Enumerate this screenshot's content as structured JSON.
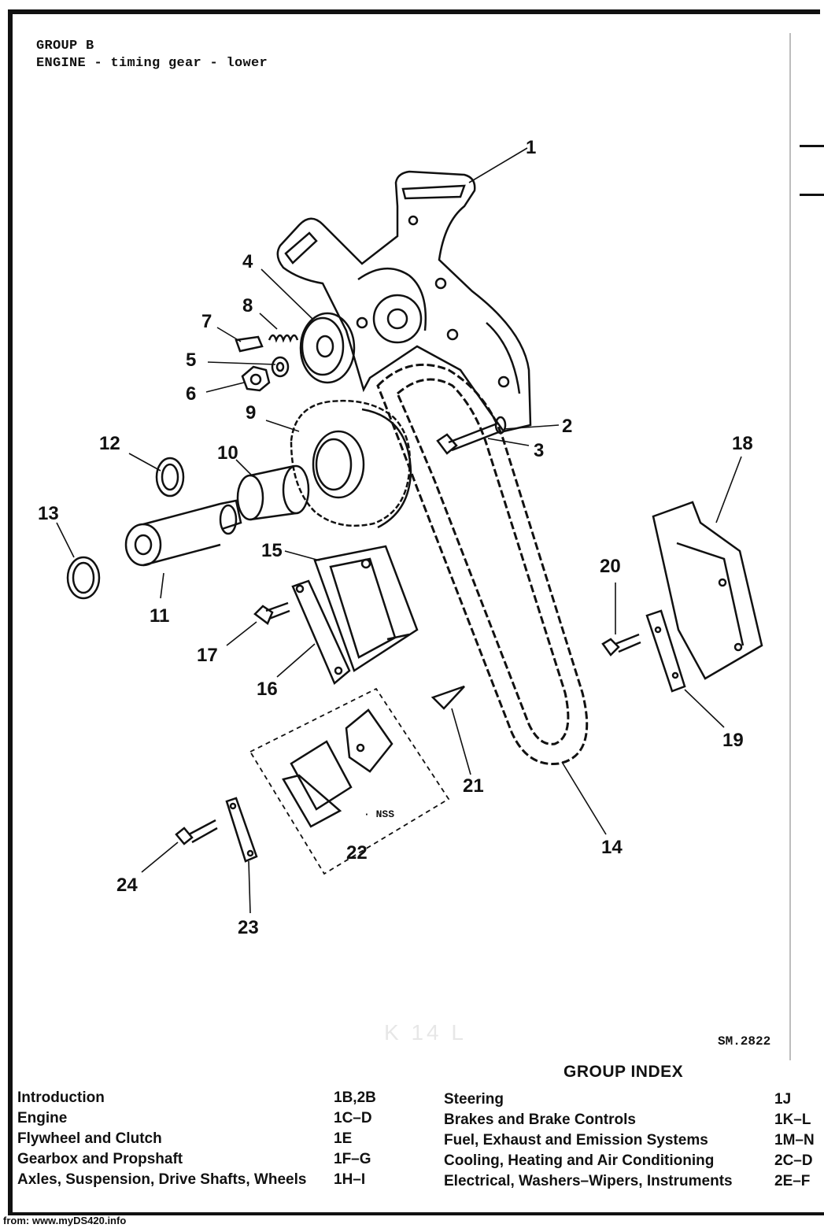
{
  "header": {
    "group": "GROUP B",
    "title": "ENGINE - timing gear - lower"
  },
  "callouts": [
    "1",
    "2",
    "3",
    "4",
    "5",
    "6",
    "7",
    "8",
    "9",
    "10",
    "11",
    "12",
    "13",
    "14",
    "15",
    "16",
    "17",
    "18",
    "19",
    "20",
    "21",
    "22",
    "23",
    "24"
  ],
  "nss_label": "NSS",
  "faint_mark": "K 14 L",
  "drawing_ref": "SM.2822",
  "group_index": {
    "title": "GROUP INDEX",
    "left": [
      {
        "label": "Introduction",
        "ref": "1B,2B"
      },
      {
        "label": "Engine",
        "ref": "1C–D"
      },
      {
        "label": "Flywheel and Clutch",
        "ref": "1E"
      },
      {
        "label": "Gearbox and Propshaft",
        "ref": "1F–G"
      },
      {
        "label": "Axles, Suspension, Drive Shafts, Wheels",
        "ref": "1H–I"
      }
    ],
    "right": [
      {
        "label": "Steering",
        "ref": "1J"
      },
      {
        "label": "Brakes and Brake Controls",
        "ref": "1K–L"
      },
      {
        "label": "Fuel, Exhaust and Emission Systems",
        "ref": "1M–N"
      },
      {
        "label": "Cooling, Heating and Air Conditioning",
        "ref": "2C–D"
      },
      {
        "label": "Electrical, Washers–Wipers, Instruments",
        "ref": "2E–F"
      }
    ]
  },
  "footer": "from: www.myDS420.info"
}
